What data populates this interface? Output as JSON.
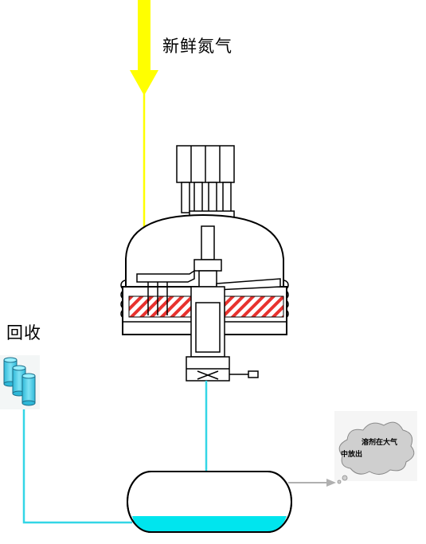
{
  "labels": {
    "fresh_nitrogen": "新鲜氮气",
    "recovery": "回收",
    "vent_line1": "溶剂在大气",
    "vent_line2": "中放出"
  },
  "colors": {
    "nitrogen_arrow": "#ffff00",
    "nitrogen_line": "#ffff00",
    "liquid_line": "#33d6e6",
    "liquid_fill": "#00e5ee",
    "heat_hatch": "#e8322e",
    "vent_arrow": "#b0b0b0",
    "cloud": "#cfcfcf",
    "equipment_outline": "#000000"
  },
  "icons": {
    "nitrogen_inlet": "down-arrow-icon",
    "recovery_tanks": "database-cylinder-icon",
    "vent_cloud": "cloud-icon"
  }
}
